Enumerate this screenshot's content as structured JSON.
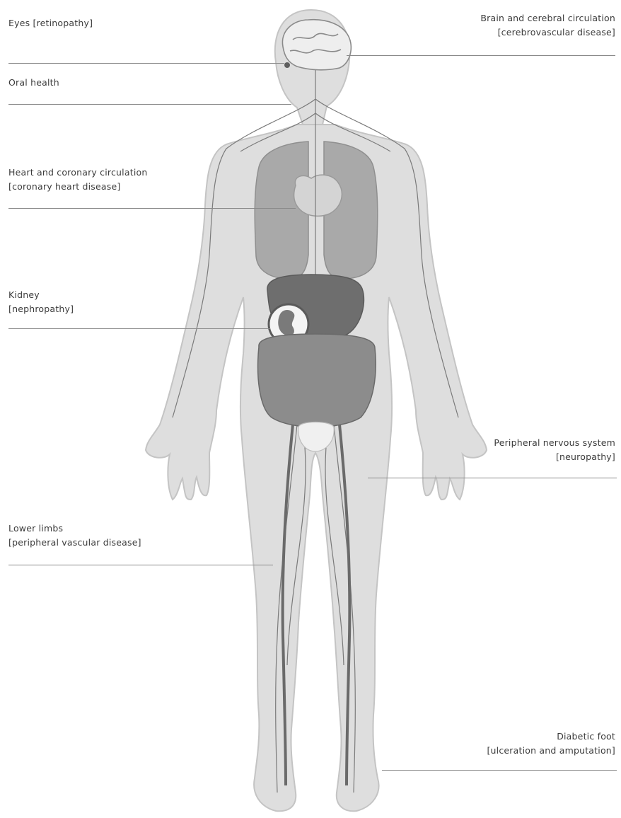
{
  "labels": {
    "eyes": [
      "Eyes [retinopathy]"
    ],
    "oral": [
      "Oral health"
    ],
    "heart": [
      "Heart and coronary circulation",
      "[coronary heart disease]"
    ],
    "kidney": [
      "Kidney",
      "[nephropathy]"
    ],
    "lower_limbs": [
      "Lower limbs",
      "[peripheral vascular disease]"
    ],
    "brain": [
      "Brain and cerebral circulation",
      "[cerebrovascular disease]"
    ],
    "peripheral": [
      "Peripheral nervous system",
      "[neuropathy]"
    ],
    "foot": [
      "Diabetic foot",
      "[ulceration and amputation]"
    ]
  },
  "colors": {
    "skin": "#dcdcdc",
    "outline": "#bdbdbd",
    "organ": "#8c8c8c",
    "organ_dark": "#6e6e6e",
    "lung": "#a9a9a9",
    "nerve": "#7a7a7a",
    "leader": "#8a8a8a"
  }
}
